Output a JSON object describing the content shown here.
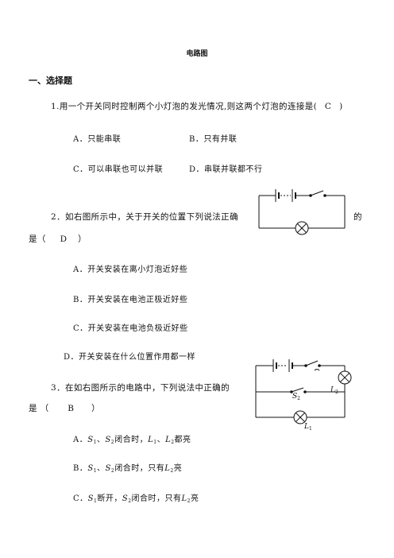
{
  "document": {
    "title": "电路图",
    "section_heading": "一、选择题"
  },
  "q1": {
    "stem": "1.用一个开关同时控制两个小灯泡的发光情况,则这两个灯泡的连接是(",
    "answer": "C",
    "close": ")",
    "options": {
      "a": "A．只能串联",
      "b": "B．只有并联",
      "c": "C．可以串联也可以并联",
      "d": "D．串联并联都不行"
    }
  },
  "q2": {
    "stem": "2．如右图所示中，关于开关的位置下列说法正确",
    "stem_tail": "的",
    "line2_prefix": "是（",
    "answer": "D",
    "line2_close": "）",
    "options": {
      "a": "A．开关安装在离小灯泡近好些",
      "b": "B．开关安装在电池正极近好些",
      "c": "C．开关安装在电池负极近好些",
      "d": "D．开关安装在什么位置作用都一样"
    }
  },
  "q3": {
    "stem": "3．在如右图所示的电路中，下列说法中正确的",
    "line2_prefix": "是 （",
    "answer": "B",
    "line2_close": "）",
    "opt_a": {
      "label": "A．",
      "s1": "S",
      "s1_sub": "1",
      "sep": "、",
      "s2": "S",
      "s2_sub": "2",
      "mid": "闭合时，",
      "l1": "L",
      "l1_sub": "1",
      "sep2": "、",
      "l2": "L",
      "l2_sub": "2",
      "end": "都亮"
    },
    "opt_b": {
      "label": "B．",
      "s1": "S",
      "s1_sub": "1",
      "sep": "、",
      "s2": "S",
      "s2_sub": "2",
      "mid": "闭合时，只有",
      "l": "L",
      "l_sub": "2",
      "end": "亮"
    },
    "opt_c": {
      "label": "C．",
      "s1": "S",
      "s1_sub": "1",
      "mid": "断开，",
      "s2": "S",
      "s2_sub": "2",
      "mid2": "闭合时，只有",
      "l": "L",
      "l_sub": "2",
      "end": "亮"
    },
    "diagram_labels": {
      "s2": "S",
      "s2_sub": "2",
      "l2": "L",
      "l2_sub": "2",
      "l1": "L",
      "l1_sub": "1"
    }
  }
}
